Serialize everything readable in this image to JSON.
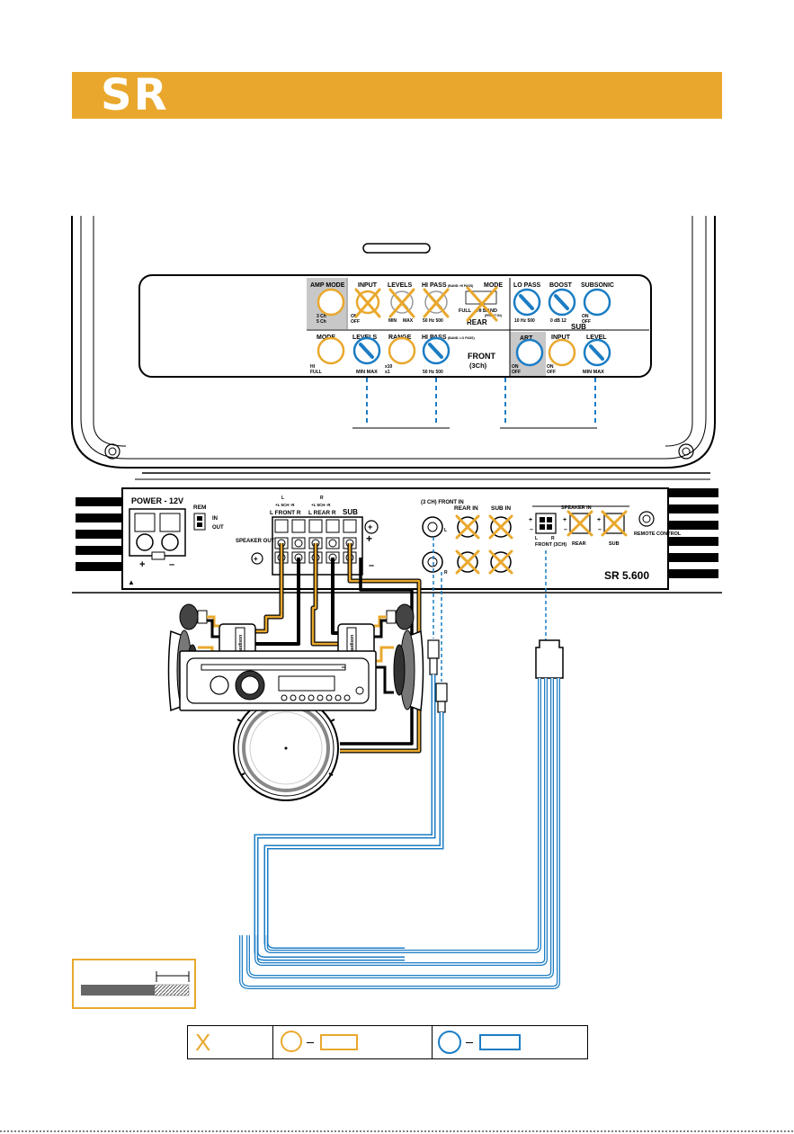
{
  "header": {
    "logo_text": "SR",
    "bar_color": "#E9A82D"
  },
  "colors": {
    "orange": "#E9A82D",
    "blue": "#1B7DC4",
    "black": "#000000"
  },
  "control_panel": {
    "rear_row": {
      "amp_mode": {
        "label": "AMP MODE",
        "opt1": "3 Ch",
        "opt2": "5 Ch"
      },
      "input": {
        "label": "INPUT",
        "opt1": "ON",
        "opt2": "OFF"
      },
      "levels": {
        "label": "LEVELS",
        "min": "MIN",
        "max": "MAX"
      },
      "hi_pass": {
        "label": "HI PASS",
        "note": "(BAND: HI PASS)",
        "scale": "50 Hz 500"
      },
      "mode": {
        "label": "MODE",
        "opt1": "FULL",
        "opt2": "HI BAND",
        "note": "(FRONT IN)"
      },
      "section_label": "REAR"
    },
    "front_row": {
      "mode": {
        "label": "MODE",
        "opt1": "HI",
        "opt2": "FULL"
      },
      "levels": {
        "label": "LEVELS",
        "scale": "MIN MAX"
      },
      "range": {
        "label": "RANGE",
        "opt1": "x10",
        "opt2": "x1"
      },
      "hi_pass": {
        "label": "HI PASS",
        "note": "(BAND: LO PASS)",
        "scale": "50 Hz 500"
      },
      "section_label": "FRONT",
      "section_sub": "(3Ch)"
    },
    "sub_section": {
      "lo_pass": {
        "label": "LO PASS",
        "scale": "10 Hz 500"
      },
      "boost": {
        "label": "BOOST",
        "scale": "0 dB 12"
      },
      "subsonic": {
        "label": "SUBSONIC",
        "opt1": "ON",
        "opt2": "OFF"
      },
      "section_label": "SUB",
      "art": {
        "label": "ART",
        "opt1": "ON",
        "opt2": "OFF"
      },
      "input": {
        "label": "INPUT",
        "opt1": "ON",
        "opt2": "OFF"
      },
      "level": {
        "label": "LEVEL",
        "scale": "MIN MAX"
      }
    }
  },
  "terminal_panel": {
    "power": "POWER - 12V",
    "rem": "REM",
    "rem_in": "IN",
    "rem_out": "OUT",
    "plus": "+",
    "minus": "–",
    "speaker_out": "SPEAKER OUT",
    "front_group": "L",
    "rear_group": "R",
    "ch5_note_front": "+L 5CH -R",
    "ch5_note_rear": "+L 5CH -R",
    "front_label": "L FRONT R",
    "rear_label": "L REAR R",
    "sub_label": "SUB",
    "front_in": "(3 CH) FRONT IN",
    "rear_in": "REAR IN",
    "sub_in": "SUB IN",
    "ch_l": "L",
    "ch_r": "R",
    "speaker_in": "SPEAKER IN",
    "speaker_in_front": "FRONT (3CH)",
    "speaker_in_rear": "REAR",
    "speaker_in_sub": "SUB",
    "remote_control": "REMOTE CONTROL",
    "model": "SR 5.600"
  },
  "crossover_brand": "audison",
  "legend": {
    "x_symbol": "X"
  }
}
